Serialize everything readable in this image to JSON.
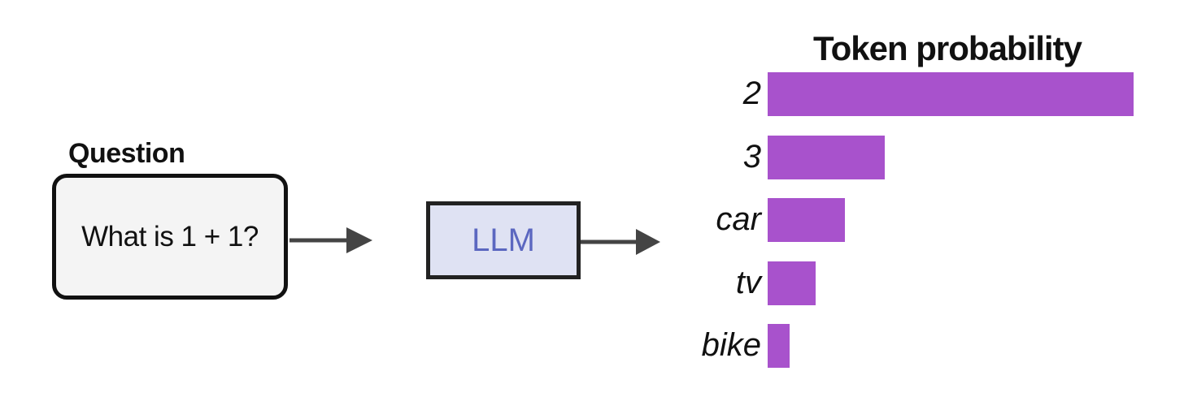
{
  "question": {
    "title": "Question",
    "text": "What is 1 + 1?"
  },
  "model": {
    "label": "LLM"
  },
  "colors": {
    "bar": "#a852cc",
    "llm_fill": "#dfe2f3",
    "llm_text": "#5b67c0",
    "question_fill": "#f4f4f4"
  },
  "chart_data": {
    "type": "bar",
    "orientation": "horizontal",
    "title": "Token probability",
    "categories": [
      "2",
      "3",
      "car",
      "tv",
      "bike"
    ],
    "values": [
      1.0,
      0.32,
      0.21,
      0.13,
      0.06
    ],
    "xlabel": "",
    "ylabel": "",
    "grid": false
  }
}
